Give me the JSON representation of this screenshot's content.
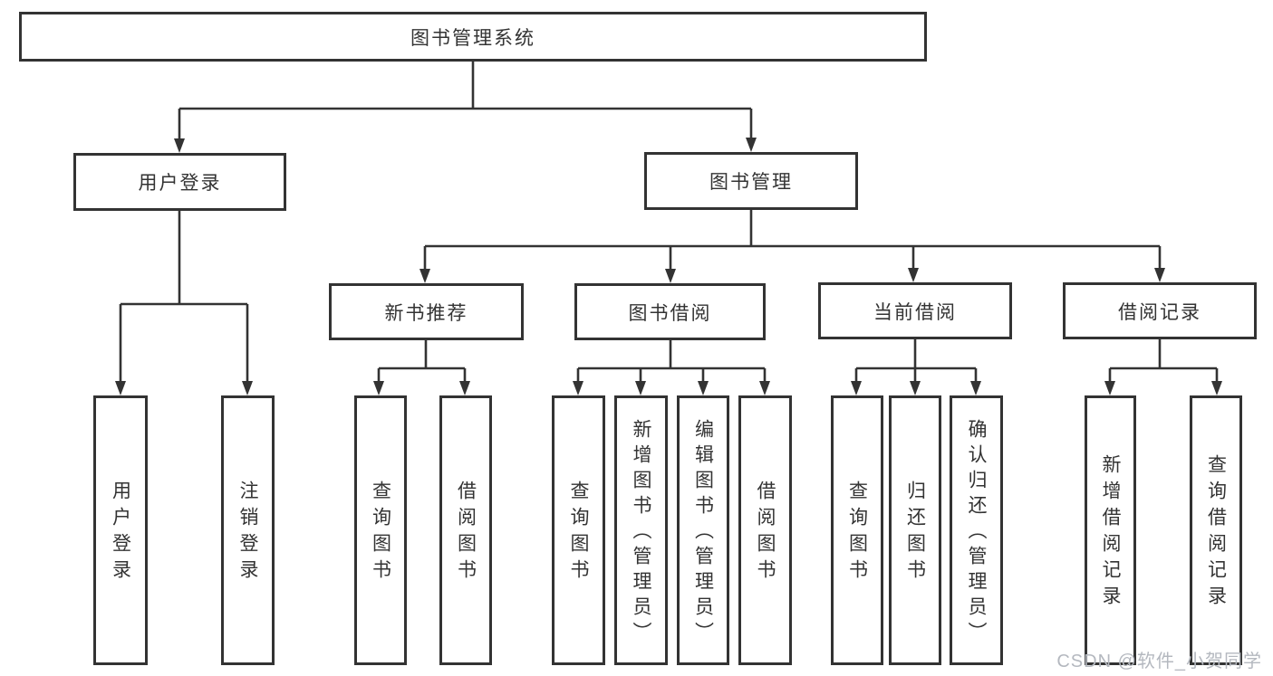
{
  "diagram": {
    "type": "hierarchy-tree",
    "title": "图书管理系统",
    "colors": {
      "line": "#333333",
      "text": "#333333",
      "box_background": "#ffffff",
      "watermark_text": "#b4b8bf"
    },
    "nodes": {
      "root": {
        "label": "图书管理系统"
      },
      "user_login": {
        "label": "用户登录"
      },
      "book_management": {
        "label": "图书管理"
      },
      "new_book_recommendation": {
        "label": "新书推荐"
      },
      "book_borrowing": {
        "label": "图书借阅"
      },
      "current_borrowing": {
        "label": "当前借阅"
      },
      "borrowing_records": {
        "label": "借阅记录"
      },
      "user_login_leaf": {
        "label": "用户登录"
      },
      "logout_leaf": {
        "label": "注销登录"
      },
      "nb_query_books": {
        "label": "查询图书"
      },
      "nb_borrow_books": {
        "label": "借阅图书"
      },
      "bb_query_books": {
        "label": "查询图书"
      },
      "bb_add_books": {
        "label": "新增图书（管理员）"
      },
      "bb_edit_books": {
        "label": "编辑图书（管理员）"
      },
      "bb_borrow_books": {
        "label": "借阅图书"
      },
      "cb_query_books": {
        "label": "查询图书"
      },
      "cb_return_books": {
        "label": "归还图书"
      },
      "cb_confirm_return": {
        "label": "确认归还（管理员）"
      },
      "br_add_record": {
        "label": "新增借阅记录"
      },
      "br_query_record": {
        "label": "查询借阅记录"
      }
    },
    "hierarchy": [
      {
        "parent": "图书管理系统",
        "children": [
          "用户登录",
          "图书管理"
        ]
      },
      {
        "parent": "用户登录",
        "children": [
          "用户登录",
          "注销登录"
        ]
      },
      {
        "parent": "图书管理",
        "children": [
          "新书推荐",
          "图书借阅",
          "当前借阅",
          "借阅记录"
        ]
      },
      {
        "parent": "新书推荐",
        "children": [
          "查询图书",
          "借阅图书"
        ]
      },
      {
        "parent": "图书借阅",
        "children": [
          "查询图书",
          "新增图书（管理员）",
          "编辑图书（管理员）",
          "借阅图书"
        ]
      },
      {
        "parent": "当前借阅",
        "children": [
          "查询图书",
          "归还图书",
          "确认归还（管理员）"
        ]
      },
      {
        "parent": "借阅记录",
        "children": [
          "新增借阅记录",
          "查询借阅记录"
        ]
      }
    ],
    "watermark": "CSDN @软件_小贺同学"
  }
}
